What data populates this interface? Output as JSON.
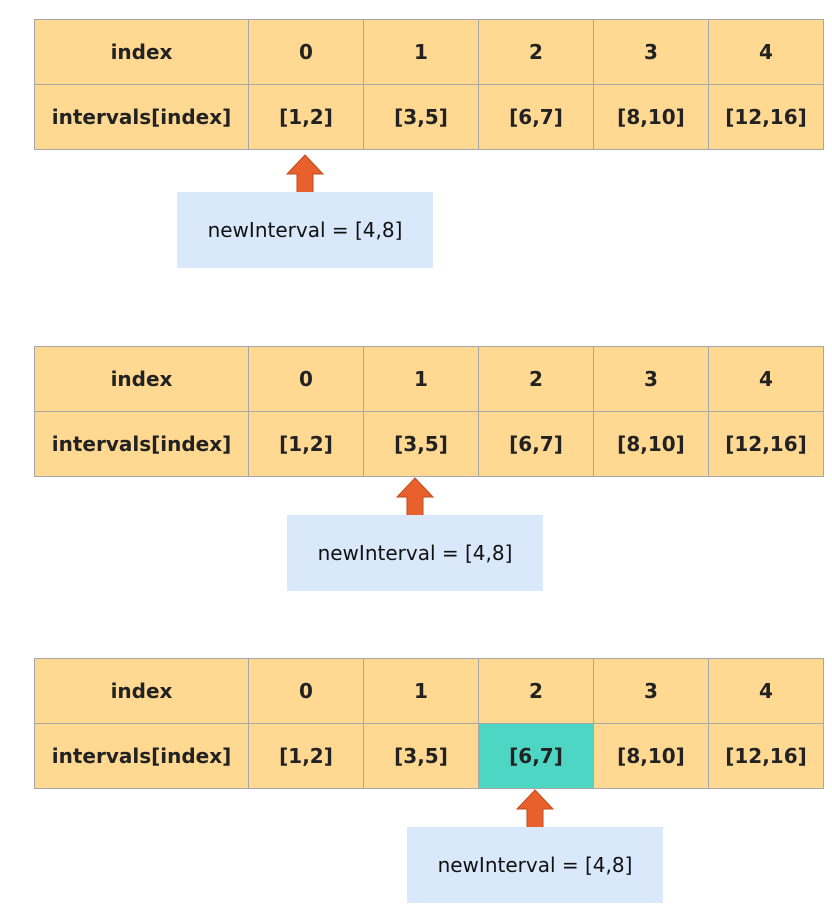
{
  "panels": [
    {
      "header_label": "index",
      "row_label": "intervals[index]",
      "indices": [
        "0",
        "1",
        "2",
        "3",
        "4"
      ],
      "intervals": [
        "[1,2]",
        "[3,5]",
        "[6,7]",
        "[8,10]",
        "[12,16]"
      ],
      "pointer_index": 0,
      "highlight_index": null,
      "note": "newInterval = [4,8]"
    },
    {
      "header_label": "index",
      "row_label": "intervals[index]",
      "indices": [
        "0",
        "1",
        "2",
        "3",
        "4"
      ],
      "intervals": [
        "[1,2]",
        "[3,5]",
        "[6,7]",
        "[8,10]",
        "[12,16]"
      ],
      "pointer_index": 1,
      "highlight_index": null,
      "note": "newInterval = [4,8]"
    },
    {
      "header_label": "index",
      "row_label": "intervals[index]",
      "indices": [
        "0",
        "1",
        "2",
        "3",
        "4"
      ],
      "intervals": [
        "[1,2]",
        "[3,5]",
        "[6,7]",
        "[8,10]",
        "[12,16]"
      ],
      "pointer_index": 2,
      "highlight_index": 2,
      "note": "newInterval = [4,8]"
    }
  ],
  "colors": {
    "cell_fill": "#ffd992",
    "highlight_fill": "#4ed6c5",
    "note_fill": "#dae8fc",
    "arrow_fill": "#e8602c",
    "border": "#a6a6a6"
  },
  "icons": {
    "pointer": "up-arrow-icon"
  }
}
